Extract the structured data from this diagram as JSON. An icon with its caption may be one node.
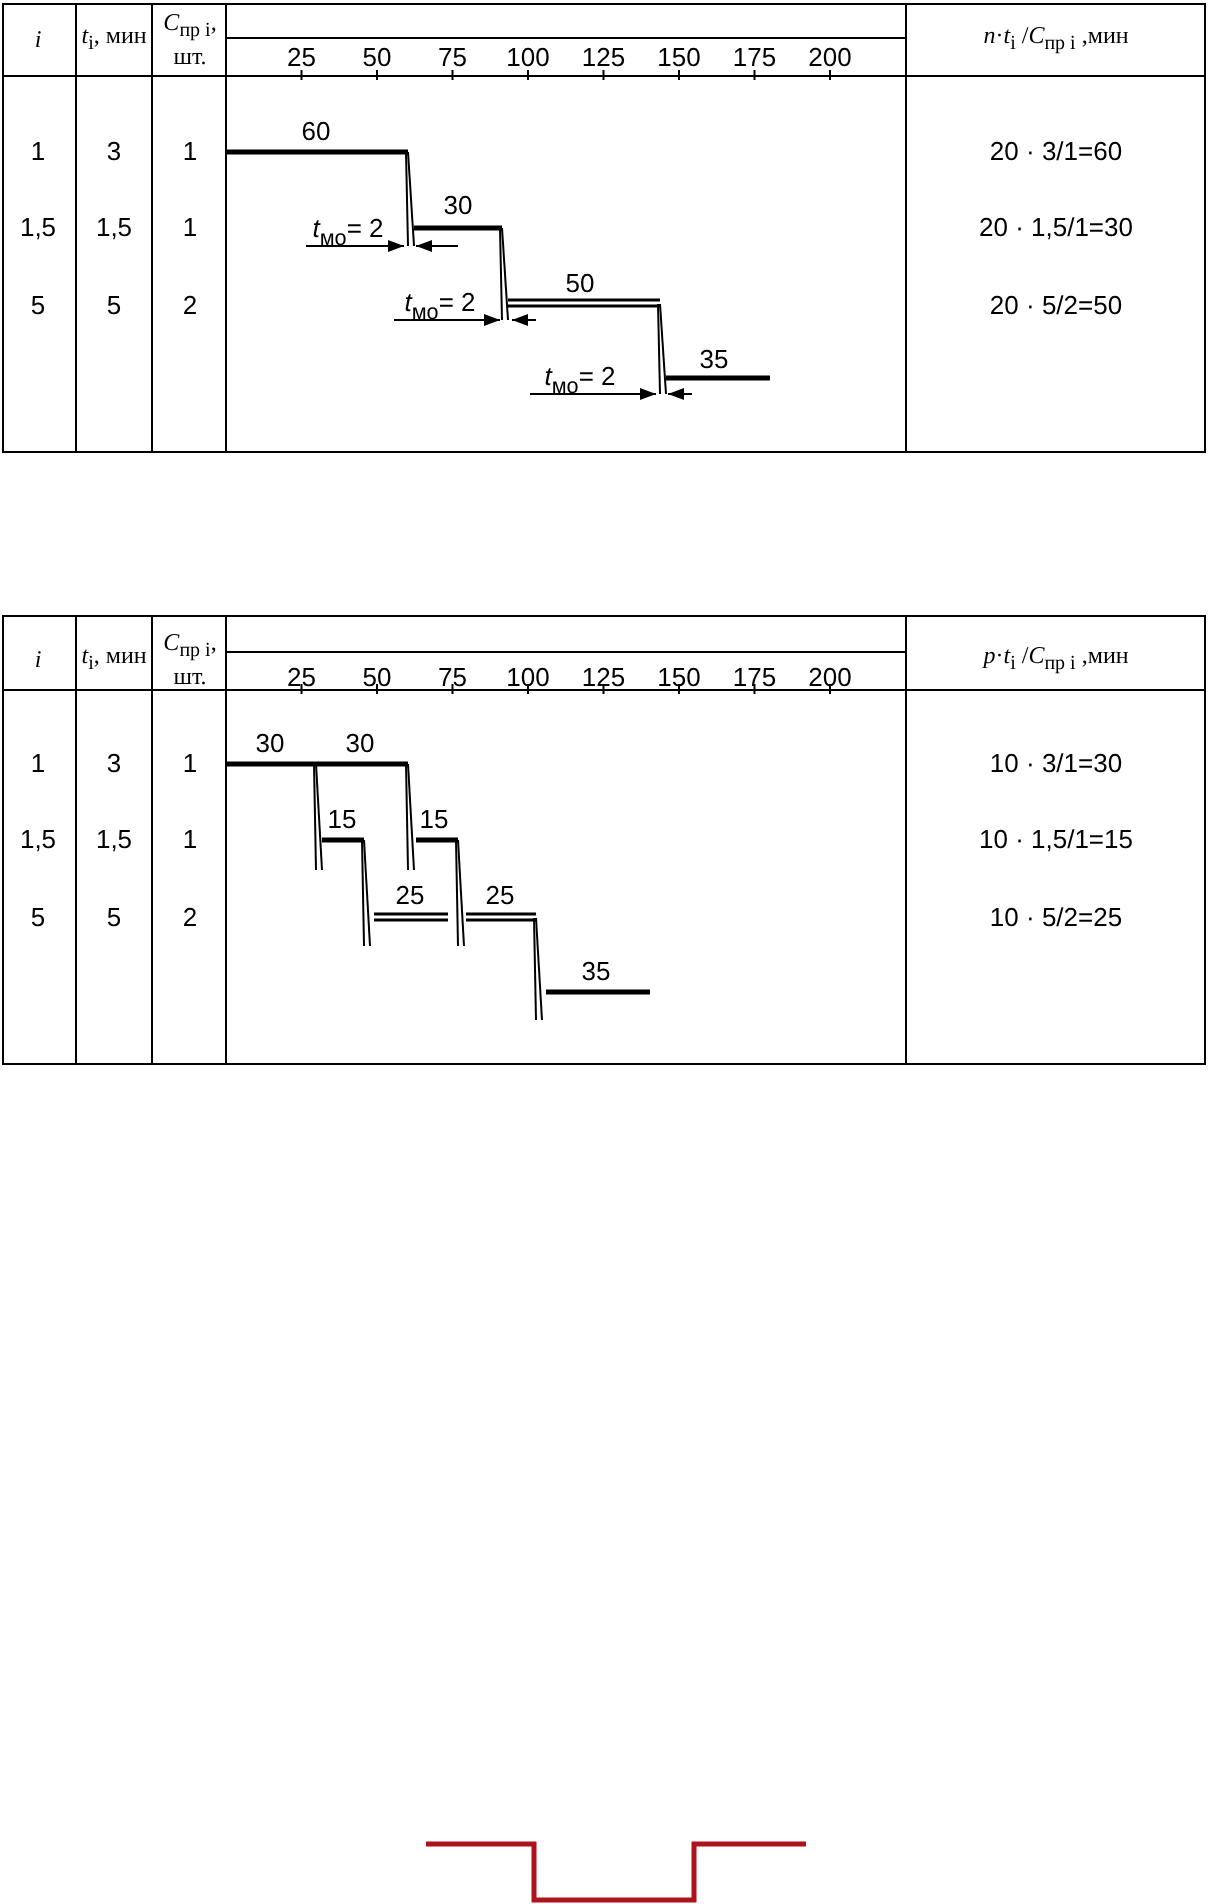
{
  "diagram": {
    "labels": [
      "*i*",
      "*t*$_{i}$, мин",
      "*C*$_{пр i}$, шт.",
      "25",
      "50",
      "75",
      "100",
      "125",
      "150",
      "175",
      "200",
      "*n*·*t*$_{i}$ /*C*$_{пр i}$ ,мин",
      "1",
      "3",
      "1",
      "60",
      "20 · 3/1=60",
      "1,5",
      "1,5",
      "1",
      "30",
      "*t*$_{мо}$= 2",
      "20 · 1,5/1=30",
      "5",
      "5",
      "2",
      "50",
      "*t*$_{мо}$= 2",
      "20 · 5/2=50",
      "*t*$_{мо}$= 2",
      "35",
      "*i*",
      "*t*$_{i}$, мин",
      "*C*$_{пр i}$, шт.",
      "25",
      "50",
      "75",
      "100",
      "125",
      "150",
      "175",
      "200",
      "*p*·*t*$_{i}$ /*C*$_{пр i}$ ,мин",
      "1",
      "3",
      "1",
      "30",
      "30",
      "10 · 3/1=30",
      "1,5",
      "1,5",
      "1",
      "15",
      "15",
      "10 · 1,5/1=15",
      "5",
      "5",
      "2",
      "25",
      "25",
      "10 · 5/2=25",
      "35"
    ]
  }
}
